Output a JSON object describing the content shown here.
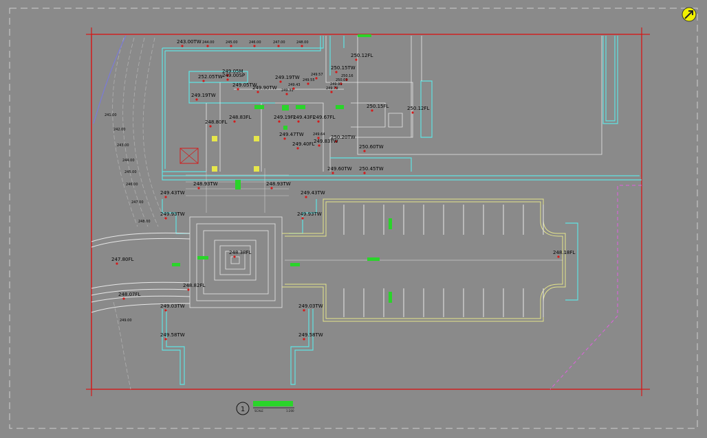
{
  "drawing": {
    "spot_elevations": [
      "243.00TW",
      "244.00",
      "245.00",
      "246.00",
      "247.00",
      "248.00",
      "252.05TW",
      "249.05M",
      "249.00SP",
      "249.05TW",
      "249.90TW",
      "249.19TW",
      "249.57",
      "249.55",
      "249.43",
      "249.31",
      "250.16",
      "250.03",
      "249.91",
      "249.79",
      "250.12FL",
      "250.15TW",
      "250.15FL",
      "250.12FL",
      "249.19TW",
      "248.80FL",
      "248.83FL",
      "249.19FL",
      "249.43FL",
      "249.67FL",
      "249.47TW",
      "249.40FL",
      "249.64",
      "249.83TW",
      "250.20TW",
      "250.60TW",
      "249.60TW",
      "250.45TW",
      "248.93TW",
      "248.93TW",
      "249.43TW",
      "249.43TW",
      "249.93TW",
      "249.93TW",
      "248.38FL",
      "247.80FL",
      "248.07FL",
      "248.82FL",
      "248.18FL",
      "249.03TW",
      "249.03TW",
      "249.58TW",
      "249.58TW"
    ],
    "contour_labels": [
      "241.00",
      "242.00",
      "243.00",
      "244.00",
      "245.00",
      "246.00",
      "247.00",
      "248.00",
      "249.00"
    ],
    "title_block": {
      "number": "1",
      "scale_label": "SCALE",
      "scale_value": "1:200"
    },
    "colors": {
      "background": "#8a8a8a",
      "boundary": "#d41a1a",
      "walls": "#5fe3e3",
      "parking": "#e6e68a",
      "accent": "#2ad42a",
      "north_arrow": "#f0f000"
    }
  }
}
